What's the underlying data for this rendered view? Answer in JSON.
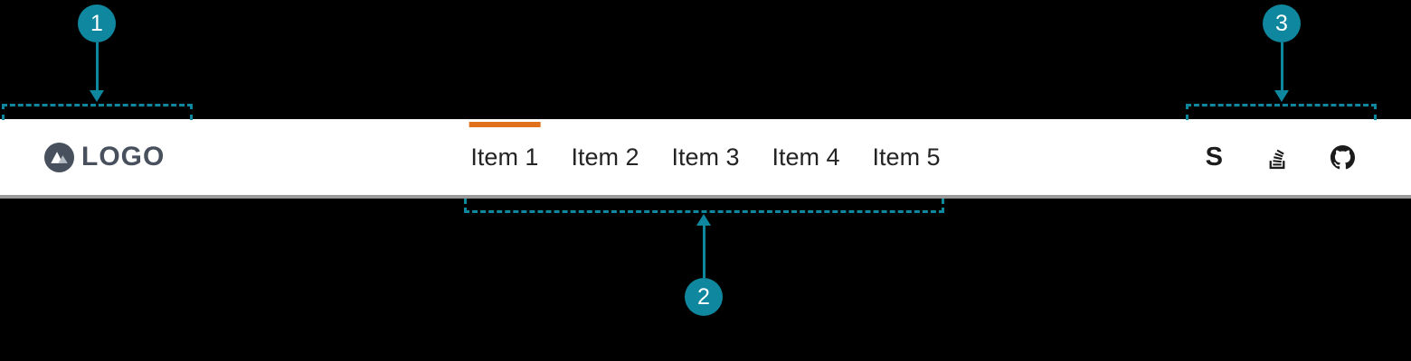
{
  "colors": {
    "page_bg": "#000000",
    "annotation_teal": "#0f879f",
    "active_indicator_orange": "#e1701d",
    "navbar_bg": "#ffffff",
    "navbar_border_gray": "#9a9a9a",
    "brand_slate": "#47505c",
    "nav_text": "#242424",
    "icon_black": "#1b1b1b"
  },
  "callouts": [
    {
      "number": "1"
    },
    {
      "number": "2"
    },
    {
      "number": "3"
    }
  ],
  "navbar": {
    "brand": {
      "text": "LOGO",
      "icon": "mountain-logo-icon"
    },
    "items": [
      {
        "label": "Item 1",
        "active": true
      },
      {
        "label": "Item 2",
        "active": false
      },
      {
        "label": "Item 3",
        "active": false
      },
      {
        "label": "Item 4",
        "active": false
      },
      {
        "label": "Item 5",
        "active": false
      }
    ],
    "social": [
      {
        "icon": "s-icon",
        "glyph": "S"
      },
      {
        "icon": "stack-overflow-icon"
      },
      {
        "icon": "github-icon"
      }
    ]
  }
}
